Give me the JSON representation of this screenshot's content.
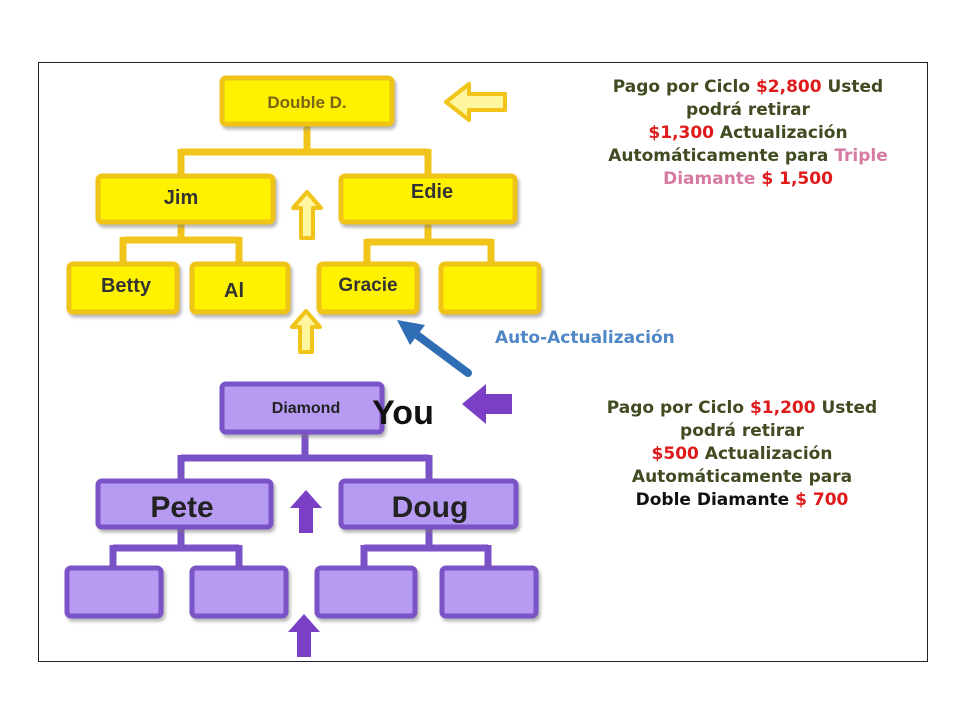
{
  "colors": {
    "gold_box": "#fff200",
    "gold_border": "#f0c419",
    "purple_box": "#b79bf3",
    "purple_border": "#7a52c7",
    "purple_arrow": "#7a3fc4",
    "blue_arrow": "#2f6db5",
    "red_text": "#e01a1a",
    "pink_text": "#d77aa3",
    "olive_text": "#404b22",
    "blue_text": "#4f86c6"
  },
  "diagram": {
    "double_d": "Double D.",
    "jim": "Jim",
    "edie": "Edie",
    "betty": "Betty",
    "al": "Al",
    "gracie": "Gracie",
    "diamond": "Diamond",
    "you": "You",
    "pete": "Pete",
    "doug": "Doug",
    "auto_update": "Auto-Actualización"
  },
  "top_text": {
    "a": "Pago por Ciclo ",
    "b": "$2,800",
    "c": " Usted podrá retirar",
    "d": "$1,300",
    "e": " Actualización Automáticamente para ",
    "f": "Triple Diamante",
    "g": " ",
    "h": "$ 1,500"
  },
  "bottom_text": {
    "a": "Pago por Ciclo ",
    "b": "$1,200",
    "c": " Usted podrá retirar",
    "d": "$500",
    "e": " Actualización Automáticamente para",
    "f": "Doble Diamante",
    "g": " ",
    "h": "$ 700"
  }
}
